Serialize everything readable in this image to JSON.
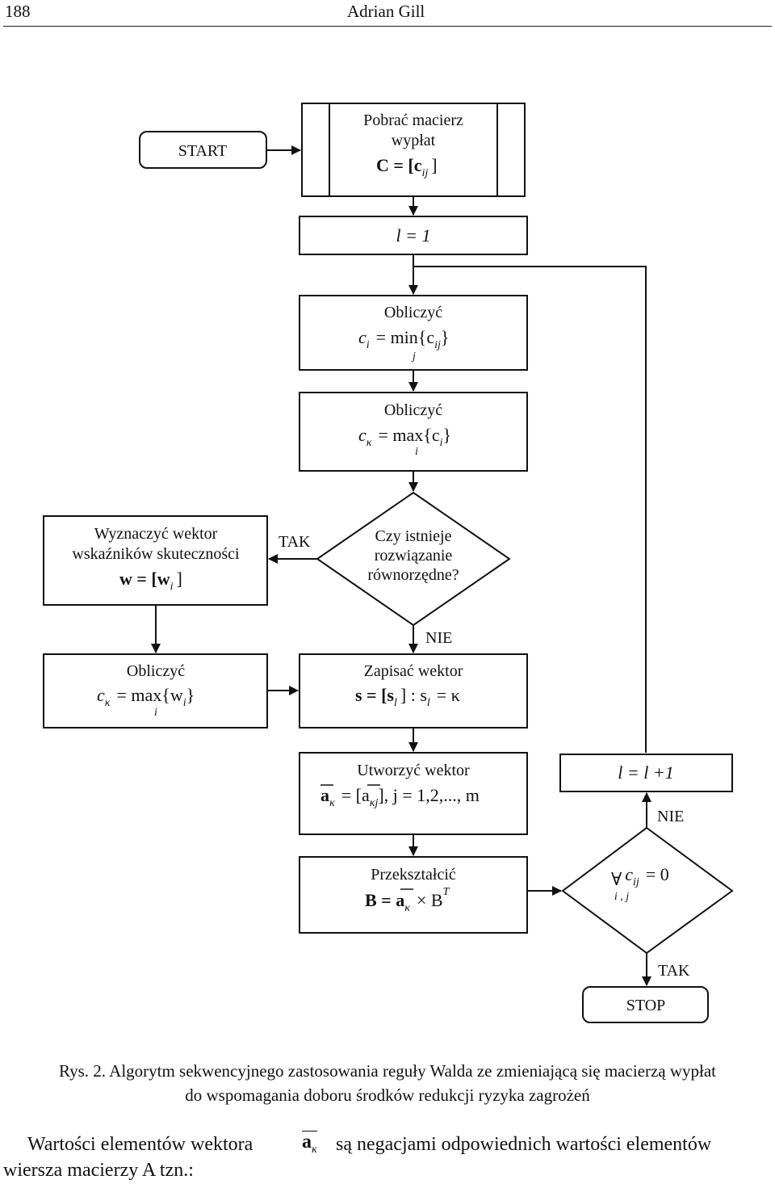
{
  "header": {
    "page_number": "188",
    "author": "Adrian Gill"
  },
  "flowchart": {
    "start": "START",
    "load": {
      "line1": "Pobrać macierz",
      "line2": "wypłat",
      "formula": "C = [c",
      "sub": "ij",
      "close": "]"
    },
    "init": "l = 1",
    "compute_min": {
      "label": "Obliczyć",
      "formula": "c",
      "sub": "i",
      "eq": "= min{c",
      "sub2": "ij",
      "close": "}",
      "under": "j"
    },
    "compute_max": {
      "label": "Obliczyć",
      "formula": "c",
      "sub": "κ",
      "eq": "= max{c",
      "sub2": "i",
      "close": "}",
      "under": "i"
    },
    "decision_equal": {
      "line1": "Czy istnieje",
      "line2": "rozwiązanie",
      "line3": "równorzędne?"
    },
    "yes_label": "TAK",
    "no_label": "NIE",
    "effectiveness": {
      "line1": "Wyznaczyć wektor",
      "line2": "wskaźników skuteczności",
      "formula": "w = [w",
      "sub": "i",
      "close": "]"
    },
    "compute_max_w": {
      "label": "Obliczyć",
      "formula": "c",
      "sub": "κ",
      "eq": "= max{w",
      "sub2": "i",
      "close": "}",
      "under": "i"
    },
    "save_vector": {
      "label": "Zapisać wektor",
      "formula": "s = [s",
      "sub": "l",
      "mid": "] : s",
      "sub2": "l",
      "end": "= κ"
    },
    "create_vector": {
      "label": "Utworzyć wektor",
      "formula": "a",
      "sub": "κ",
      "eq": "= [a",
      "sub2": "κj",
      "end": "], j = 1,2,..., m"
    },
    "transform": {
      "label": "Przekształcić",
      "formula": "B = a",
      "sub": "κ",
      "mid": "× B",
      "sup": "T"
    },
    "increment": "l = l +1",
    "decision_zero": {
      "quant": "∀",
      "under": "i , j",
      "formula": "c",
      "sub": "ij",
      "end": "= 0"
    },
    "no_label_2": "NIE",
    "yes_label_2": "TAK",
    "stop": "STOP"
  },
  "caption": {
    "line1": "Rys. 2. Algorytm sekwencyjnego zastosowania reguły Walda ze zmieniającą się macierzą wypłat",
    "line2": "do wspomagania doboru środków redukcji ryzyka zagrożeń"
  },
  "body_text": {
    "part1": "Wartości  elementów  wektora",
    "vector": "a",
    "vector_sub": "κ",
    "part2": "są  negacjami  odpowiednich  wartości  elementów",
    "line2": "wiersza macierzy A tzn.:"
  }
}
